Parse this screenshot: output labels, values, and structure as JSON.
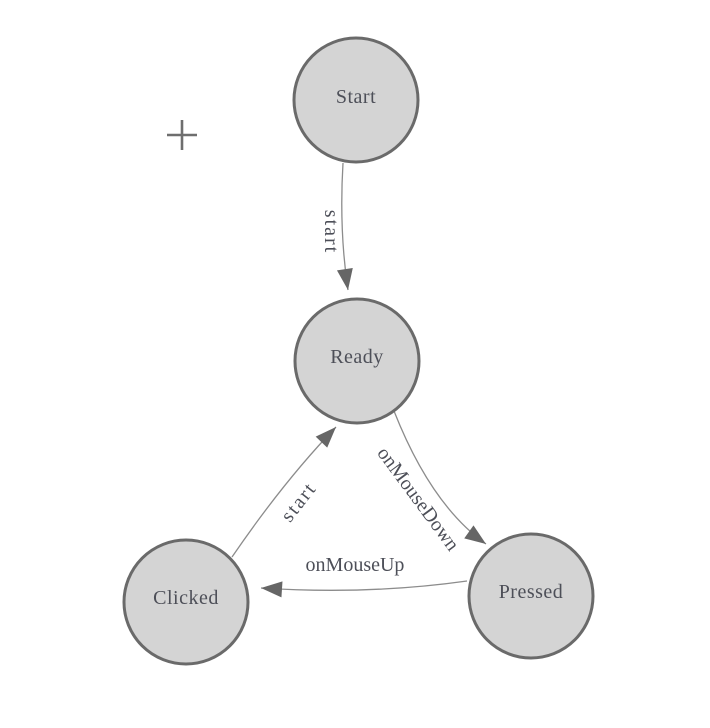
{
  "colors": {
    "background": "#ffffff",
    "node_fill": "#d4d4d4",
    "node_stroke": "#6a6a6a",
    "edge_stroke": "#8c8c8c",
    "arrow_fill": "#666666",
    "label_text": "#4d4f58",
    "cursor": "#6e6e6e"
  },
  "nodes": [
    {
      "id": "start",
      "label": "Start"
    },
    {
      "id": "ready",
      "label": "Ready"
    },
    {
      "id": "clicked",
      "label": "Clicked"
    },
    {
      "id": "pressed",
      "label": "Pressed"
    }
  ],
  "edges": [
    {
      "from": "Start",
      "to": "Ready",
      "label": "start"
    },
    {
      "from": "Clicked",
      "to": "Ready",
      "label": "start"
    },
    {
      "from": "Ready",
      "to": "Pressed",
      "label": "onMouseDown"
    },
    {
      "from": "Pressed",
      "to": "Clicked",
      "label": "onMouseUp"
    }
  ],
  "cursor": {
    "icon": "crosshair"
  }
}
